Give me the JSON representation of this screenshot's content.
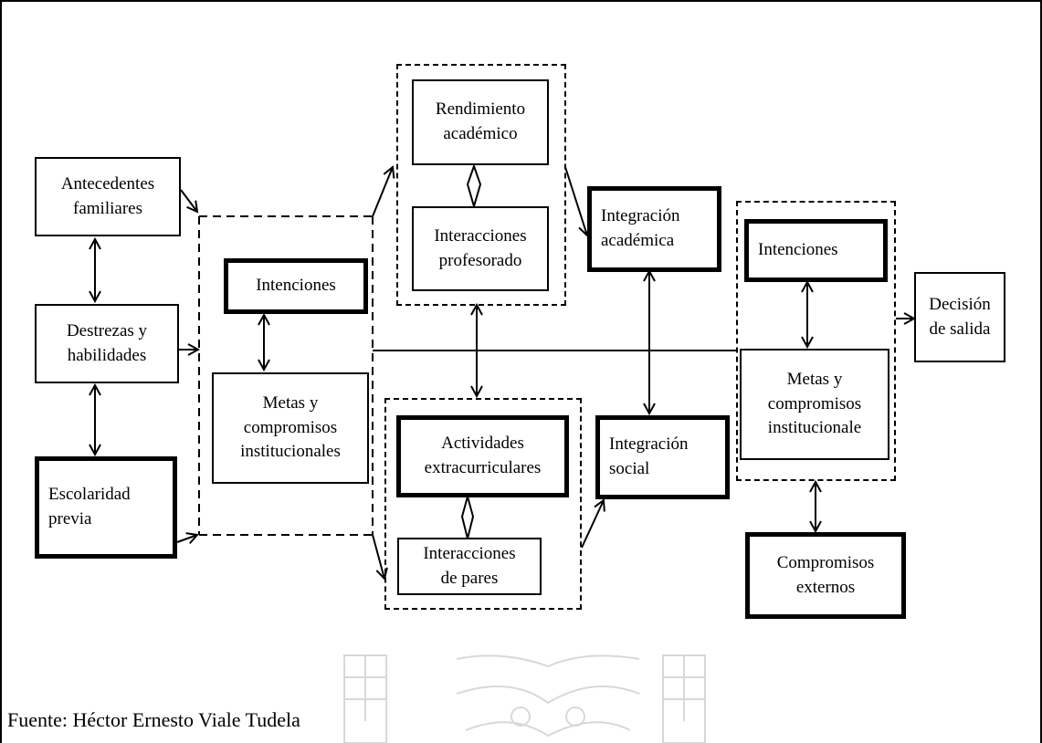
{
  "nodes": {
    "antecedentes": "Antecedentes\nfamiliares",
    "destrezas": "Destrezas y\nhabilidades",
    "escolaridad": "Escolaridad\nprevia",
    "intenciones_1": "Intenciones",
    "metas_1": "Metas y\ncompromisos\ninstitucionales",
    "rendimiento": "Rendimiento\nacadémico",
    "interacciones_prof": "Interacciones\nprofesorado",
    "actividades": "Actividades\nextracurriculares",
    "interacciones_pares": "Interacciones\nde pares",
    "integracion_academica": "Integración\nacadémica",
    "integracion_social": "Integración\nsocial",
    "intenciones_2": "Intenciones",
    "metas_2": "Metas y\ncompromisos\ninstitucionale",
    "compromisos_externos": "Compromisos\nexternos",
    "decision": "Decisión\nde salida"
  },
  "caption": "Fuente: Héctor Ernesto Viale Tudela"
}
